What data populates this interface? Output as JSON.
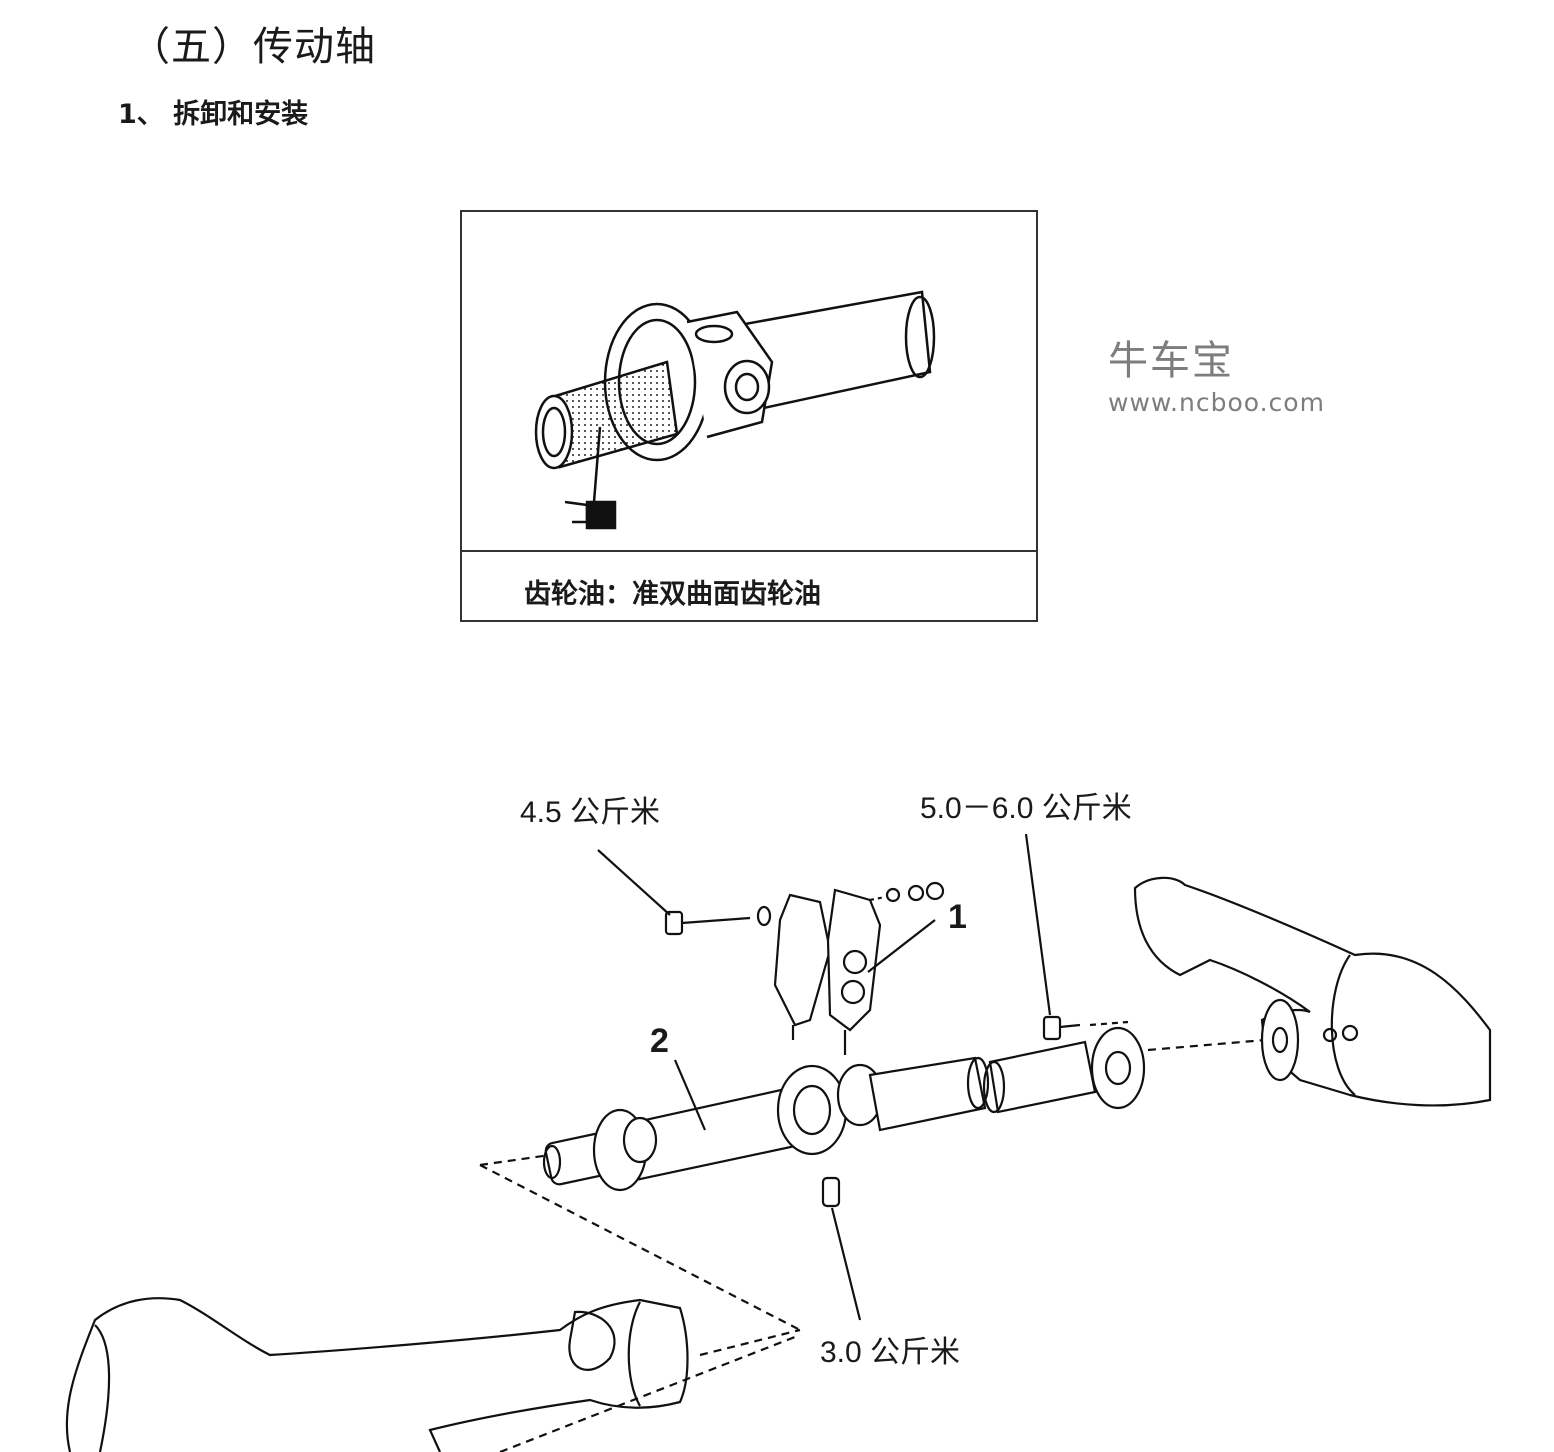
{
  "document": {
    "section_title": "（五）传动轴",
    "subsection_title": "1、 拆卸和安装"
  },
  "figure_top": {
    "caption": "齿轮油：准双曲面齿轮油"
  },
  "watermark": {
    "brand": "牛车宝",
    "url": "www.ncboo.com"
  },
  "figure_bottom": {
    "torque_labels": {
      "bolt_left": "4.5 公斤米",
      "bolt_right": "5.0－6.0 公斤米",
      "nut_bottom": "3.0 公斤米"
    },
    "part_numbers": {
      "center_bearing": "1",
      "propeller_shaft": "2"
    }
  }
}
